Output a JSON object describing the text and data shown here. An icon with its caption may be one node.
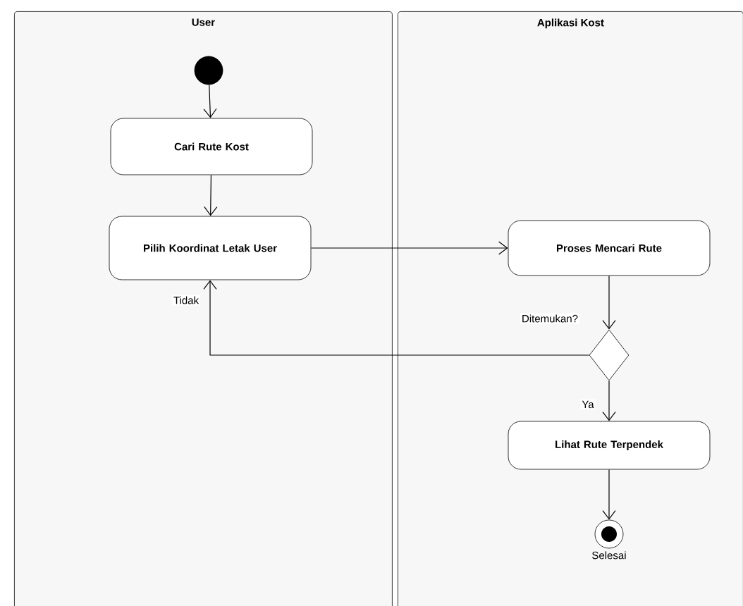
{
  "diagram": {
    "nodes": [
      {
        "text": [
          "User"
        ]
      },
      {
        "text": [
          "Aplikasi Kost"
        ]
      },
      {
        "text": [],
        "shape": "circle",
        "in": 0
      },
      {
        "text": [
          "Cari Rute Kost"
        ],
        "in": 0
      },
      {
        "text": [
          "Pilih Koordinat Letak User"
        ],
        "in": 0
      },
      {
        "text": [
          "Proses Mencari Rute"
        ],
        "in": 1
      },
      {
        "text": [],
        "shape": "diamond",
        "in": 1
      },
      {
        "text": [
          "Lihat Rute Terpendek"
        ],
        "in": 1
      },
      {
        "text": [],
        "shape": "circle",
        "in": 1,
        "beside": [
          "Selesai"
        ]
      }
    ],
    "edges": [
      {
        "from": 2,
        "to": 3,
        "arrow": "to"
      },
      {
        "from": 3,
        "to": 4,
        "arrow": "to"
      },
      {
        "from": 4,
        "to": 5,
        "arrow": "to"
      },
      {
        "from": 5,
        "to": 6,
        "arrow": "to",
        "label": "Ditemukan?"
      },
      {
        "from": 6,
        "to": 4,
        "arrow": "to",
        "label": "Tidak"
      },
      {
        "from": 6,
        "to": 7,
        "arrow": "to",
        "label": "Ya"
      },
      {
        "from": 7,
        "to": 8,
        "arrow": "to"
      }
    ]
  }
}
